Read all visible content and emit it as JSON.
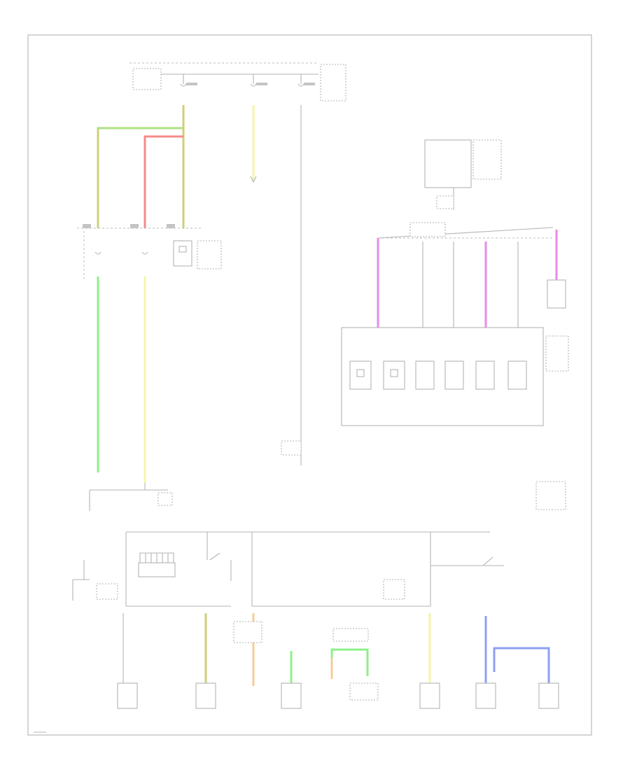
{
  "colors": {
    "frame": "#b9b9b9",
    "wire": "#b3b3b3",
    "wire_green": "#8ef08a",
    "wire_red": "#f58a8a",
    "wire_yellow": "#f4f4a8",
    "wire_olive": "#cfcf7a",
    "wire_pink": "#e98ae9",
    "wire_orange": "#f6cc9a",
    "wire_blue": "#8f9ff0"
  },
  "wire_colors": [
    "wire_green",
    "wire_red",
    "wire_yellow",
    "wire_olive",
    "wire_pink",
    "wire_orange",
    "wire_blue"
  ]
}
